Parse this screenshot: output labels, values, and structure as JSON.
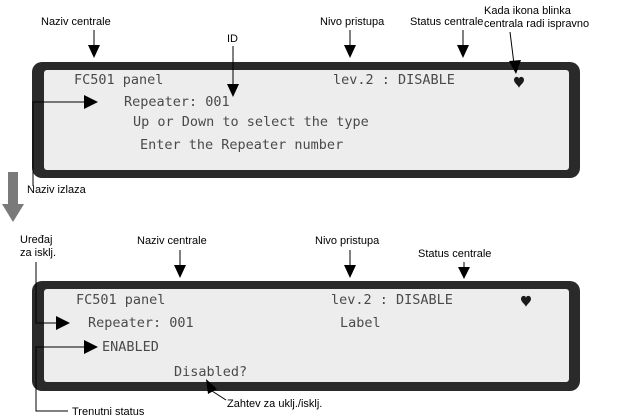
{
  "top": {
    "labels": {
      "naziv_centrale": "Naziv centrale",
      "id": "ID",
      "nivo_pristupa": "Nivo pristupa",
      "status_centrale": "Status centrale",
      "blink_note_line1": "Kada ikona blinka",
      "blink_note_line2": "centrala radi ispravno",
      "naziv_izlaza": "Naziv izlaza"
    },
    "lcd": {
      "panel_name": "FC501 panel",
      "access_status": "lev.2 : DISABLE",
      "line2": "Repeater: 001",
      "line3": "Up or Down to select the type",
      "line4": "Enter the Repeater number",
      "status_icon": "heart-icon"
    }
  },
  "bottom": {
    "labels": {
      "uredjaj_line1": "Uređaj",
      "uredjaj_line2": "za isklj.",
      "naziv_centrale": "Naziv centrale",
      "nivo_pristupa": "Nivo pristupa",
      "status_centrale": "Status centrale",
      "trenutni_status": "Trenutni status",
      "zahtev": "Zahtev za uklj./isklj."
    },
    "lcd": {
      "panel_name": "FC501 panel",
      "access_status": "lev.2 : DISABLE",
      "line2_left": "Repeater: 001",
      "line2_right": "Label",
      "line3": "ENABLED",
      "line4": "Disabled?",
      "status_icon": "heart-icon"
    }
  },
  "colors": {
    "frame": "#2a2a2a",
    "screen": "#ededed",
    "lcd_text": "#4a4a4a",
    "big_arrow": "#7a7a7a"
  }
}
